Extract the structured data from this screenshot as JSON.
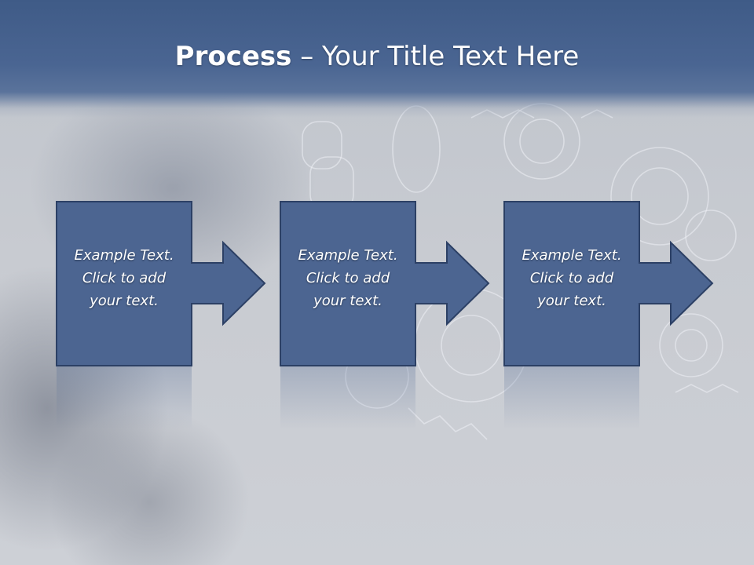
{
  "slide": {
    "title_bold": "Process",
    "title_dash": " – ",
    "title_rest": "Your Title Text Here"
  },
  "steps": [
    {
      "line1": "Example Text.",
      "line2": "Click  to add",
      "line3": "your text."
    },
    {
      "line1": "Example Text.",
      "line2": "Click  to add",
      "line3": "your text."
    },
    {
      "line1": "Example Text.",
      "line2": "Click  to add",
      "line3": "your text."
    }
  ],
  "colors": {
    "title_bar": "#4a6592",
    "box_fill": "#4c6591",
    "box_stroke": "#2c4065",
    "text": "#ffffff"
  }
}
